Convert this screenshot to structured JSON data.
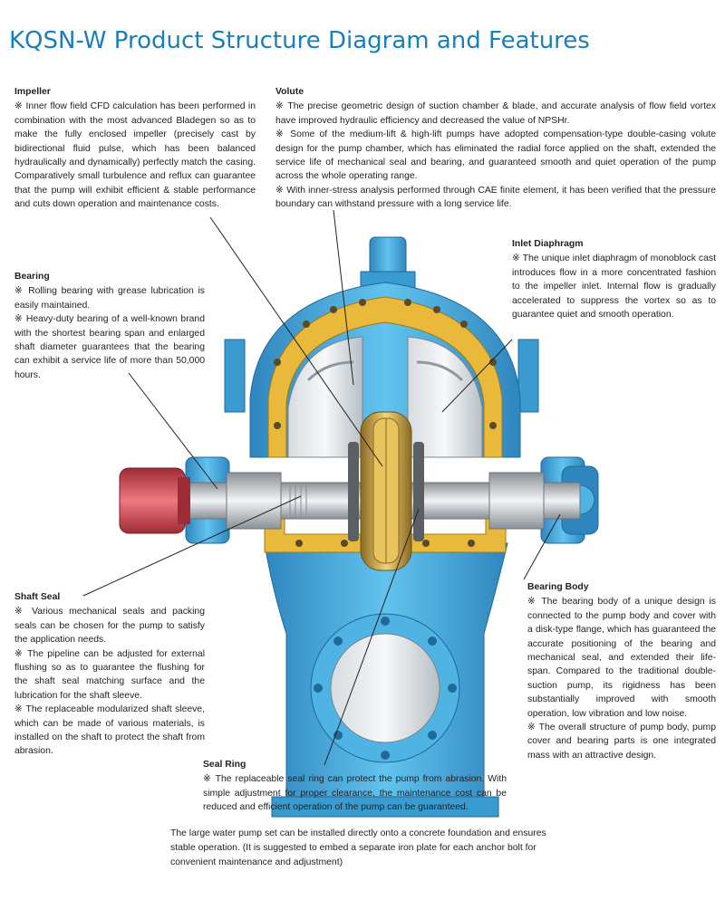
{
  "title": "KQSN-W Product Structure Diagram and Features",
  "sections": {
    "impeller": {
      "heading": "Impeller",
      "paragraphs": [
        "※ Inner flow field CFD calculation has been performed in combination with the most advanced Bladegen so as to make the fully enclosed impeller (precisely cast by bidirectional fluid pulse, which has been balanced hydraulically and dynamically) perfectly match the casing. Comparatively small turbulence and reflux can guarantee that the pump will exhibit efficient & stable performance and cuts down operation and maintenance costs."
      ]
    },
    "volute": {
      "heading": "Volute",
      "paragraphs": [
        "※ The precise geometric design of suction chamber & blade, and accurate analysis of flow field vortex have improved hydraulic efficiency and decreased the value of NPSHr.",
        "※ Some of the medium-lift & high-lift pumps have adopted compensation-type double-casing volute design for the pump chamber, which has eliminated the radial force applied on the shaft, extended the service life of mechanical seal and bearing, and guaranteed smooth and quiet operation of the pump across the whole operating range.",
        "※ With inner-stress analysis performed through CAE finite element, it has been verified that the pressure boundary can withstand pressure with a long service life."
      ]
    },
    "inlet": {
      "heading": "Inlet Diaphragm",
      "paragraphs": [
        "※ The unique inlet diaphragm of monoblock cast introduces flow in a more concentrated fashion to the impeller inlet. Internal flow is gradually accelerated to suppress the vortex so as to guarantee quiet and smooth operation."
      ]
    },
    "bearing": {
      "heading": "Bearing",
      "paragraphs": [
        "※ Rolling bearing with grease lubrication is easily maintained.",
        "※ Heavy-duty bearing of a well-known brand with the shortest bearing span and enlarged shaft diameter guarantees that the bearing can exhibit a service life of more than 50,000 hours."
      ]
    },
    "shaft_seal": {
      "heading": "Shaft Seal",
      "paragraphs": [
        "※ Various mechanical seals and packing seals can be chosen for the pump to satisfy the application needs.",
        "※ The pipeline can be adjusted for external flushing so as to guarantee the flushing for the shaft seal matching surface and the lubrication for the shaft sleeve.",
        "※ The replaceable modularized shaft sleeve, which can be made of various materials, is installed on the shaft to protect the shaft from abrasion."
      ]
    },
    "bearing_body": {
      "heading": "Bearing Body",
      "paragraphs": [
        "※ The bearing body of a unique design is connected to the pump body and cover with a disk-type flange, which has guaranteed the accurate positioning of the bearing and mechanical seal, and extended their life-span. Compared to the traditional double-suction pump, its rigidness has been substantially improved with smooth operation, low vibration and low noise.",
        "※ The overall structure of pump body, pump cover and bearing parts is one integrated mass with an attractive design."
      ]
    },
    "seal_ring": {
      "heading": "Seal Ring",
      "paragraphs": [
        "※ The replaceable seal ring can protect the pump from abrasion. With simple adjustment for proper clearance, the maintenance cost can be reduced and efficient operation of the pump can be guaranteed."
      ]
    }
  },
  "footer": "The large water pump set can be installed directly onto a concrete foundation and ensures stable operation. (It is suggested to embed a separate iron plate for each anchor bolt for convenient maintenance and adjustment)",
  "colors": {
    "title": "#1a7fb8",
    "casing_blue": "#4fb3e3",
    "casing_dark": "#2f86bf",
    "flange_yellow": "#e8b93a",
    "impeller_gold": "#c9962e",
    "shaft_gray": "#c9ced3",
    "coupling_red": "#d8505a",
    "leader_line": "#222222"
  }
}
